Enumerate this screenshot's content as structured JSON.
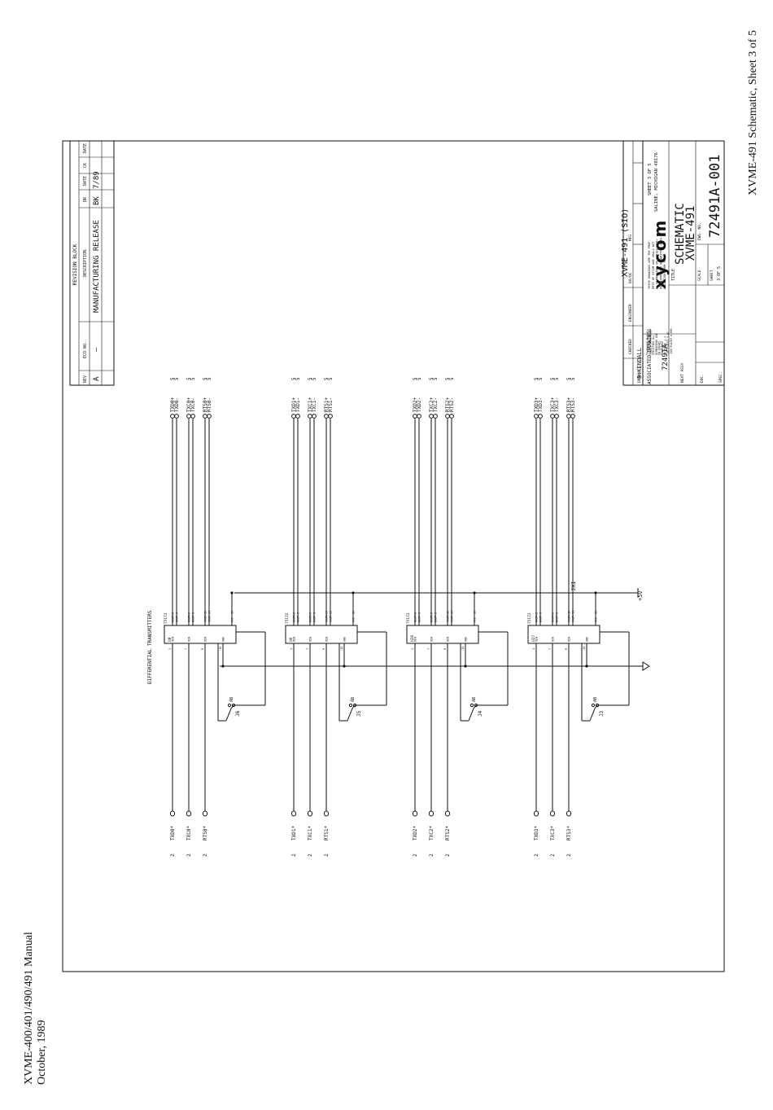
{
  "page": {
    "header_right": "XVME-491 Schematic, Sheet 3 of 5",
    "footer_left": [
      "XVME-400/401/490/491 Manual",
      "October, 1989"
    ]
  },
  "revision_block": {
    "title": "REVISION BLOCK",
    "columns": [
      "REV",
      "ECO NO.",
      "DESCRIPTION",
      "DR",
      "DATE",
      "CK",
      "DATE"
    ],
    "row": [
      "A",
      "—",
      "MANUFACTURING RELEASE",
      "BK",
      "7/89",
      "",
      ""
    ]
  },
  "title_block": {
    "drawing_name": "XVME-491 (SIO)",
    "company": "xycom",
    "address": "SALINE, MICHIGAN 48176",
    "sheet": "SHEET 3 OF 5",
    "title_label": "TITLE",
    "title": [
      "SCHEMATIC",
      "XVME-491"
    ],
    "dwg_label": "DWG. NO.",
    "dwg_no": "72491A-001",
    "scale_label": "SCALE",
    "sheet_label": "SHEET",
    "sheet_value": "3 OF 5",
    "drawn_label": "DRAWN",
    "drawn_by": "B.KENDALL",
    "checked_label": "CHECKED",
    "engineer_label": "ENGINEER",
    "qa_label": "QA/QC",
    "mfg_label": "MFG",
    "assoc_label": "ASSOCIATED DRAWINGS",
    "assoc_value": "72491A",
    "next_assy_label": "NEXT ASSY",
    "doc_label": "DOC.",
    "spec_label": "SPEC.",
    "tolerance": [
      "TOLERANCE BLOCK",
      "UNLESS OTHERWISE",
      "SPECIFIED ALL",
      "DIMENSIONS ARE",
      "IN INCHES",
      "TOLERANCE",
      ".X PLACE ±.1",
      ".XX PLACES ±.01",
      ".XXX PLACES ±.005"
    ],
    "proprietary": [
      "THESE DRAWINGS ARE THE PROP-",
      "ERTY OF XYCOM AND SHALL NOT",
      "BE REPRODUCED OR COPIED WITH-",
      "OUT EXPRESSED OR WRITTEN AUTH-",
      "ORIZATION FROM XYCOM."
    ]
  },
  "schematic": {
    "section_title": "DIFFERENTIAL TRANSMITTERS",
    "power_label": "+5V",
    "net_label": "JX1",
    "chips": [
      {
        "part": "75172",
        "ref": "U8",
        "jumper": "J6",
        "inputs": [
          "TXD0*",
          "TXC0*",
          "RTS0*"
        ],
        "in_sheet": "2",
        "outputs": [
          "TXD0+",
          "TXD0-",
          "TXC0+",
          "TXC0-",
          "RTS0+",
          "RTS0-"
        ],
        "out_sheet": "5"
      },
      {
        "part": "75172",
        "ref": "U6",
        "jumper": "J5",
        "inputs": [
          "TXD1*",
          "TXC1*",
          "RTS1*"
        ],
        "in_sheet": "2",
        "outputs": [
          "TXD1+",
          "TXD1-",
          "TXC1+",
          "TXC1-",
          "RTS1+",
          "RTS1-"
        ],
        "out_sheet": "5"
      },
      {
        "part": "75172",
        "ref": "U28",
        "jumper": "J4",
        "inputs": [
          "TXD2*",
          "TXC2*",
          "RTS2*"
        ],
        "in_sheet": "2",
        "outputs": [
          "TXD2+",
          "TXD2-",
          "TXC2+",
          "TXC2-",
          "RTS2+",
          "RTS2-"
        ],
        "out_sheet": "5"
      },
      {
        "part": "75172",
        "ref": "U27",
        "jumper": "J3",
        "inputs": [
          "TXD3*",
          "TXC3*",
          "RTS3*"
        ],
        "in_sheet": "2",
        "outputs": [
          "TXD3+",
          "TXD3-",
          "TXC3+",
          "TXC3-",
          "RTS3+",
          "RTS3-"
        ],
        "out_sheet": "5"
      }
    ],
    "pin_labels_top": [
      "AOUT+",
      "AOUT-",
      "BOUT+",
      "BOUT-",
      "COUT+",
      "COUT-",
      "VCC"
    ],
    "pin_numbers_top": [
      "2",
      "3",
      "6",
      "5",
      "10",
      "11",
      "16"
    ],
    "pin_labels_bottom": [
      "DIN",
      "DIN",
      "DIN",
      "GND"
    ],
    "pin_numbers_bottom": [
      "1",
      "7",
      "9",
      "15"
    ],
    "jumper_pins": "AB"
  }
}
